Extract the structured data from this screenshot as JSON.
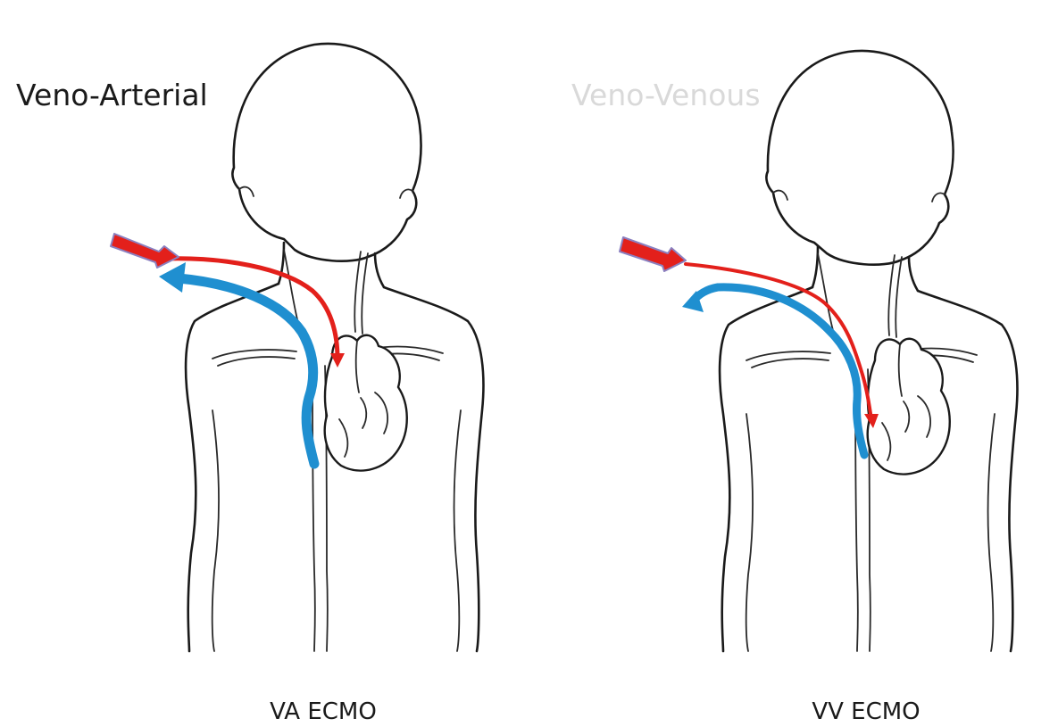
{
  "panels": [
    {
      "title": "Veno-Arterial",
      "title_color": "#1a1a1a",
      "caption": "VA ECMO"
    },
    {
      "title": "Veno-Venous",
      "title_color": "#d9d9d9",
      "caption": "VV ECMO"
    }
  ],
  "colors": {
    "oxygenated_flow": "#e3201b",
    "deoxygenated_flow": "#1f8fd0",
    "outline": "#1a1a1a",
    "arrow_border": "#8b80c0"
  }
}
